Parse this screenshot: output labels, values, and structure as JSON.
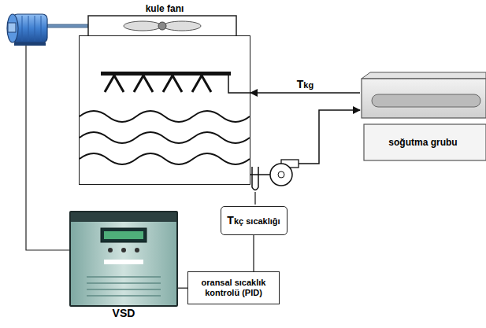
{
  "diagram": {
    "nodes": [
      {
        "text": [
          "kule fanı"
        ]
      },
      {
        "text": [
          "soğutma grubu"
        ]
      },
      {
        "text": [
          "Tkç sıcaklığı"
        ]
      },
      {
        "text": [
          "oransal sıcaklık kontrolü (PID)"
        ]
      },
      {
        "text": [
          "VSD"
        ]
      }
    ],
    "edges": [
      {
        "from": 1,
        "to": 0,
        "label": "Tkg",
        "arrow": "to"
      },
      {
        "from": 0,
        "to": 1,
        "arrow": "to"
      },
      {
        "from": 2,
        "to": 3,
        "arrow": "none"
      },
      {
        "from": 3,
        "to": 4,
        "arrow": "none"
      }
    ]
  }
}
